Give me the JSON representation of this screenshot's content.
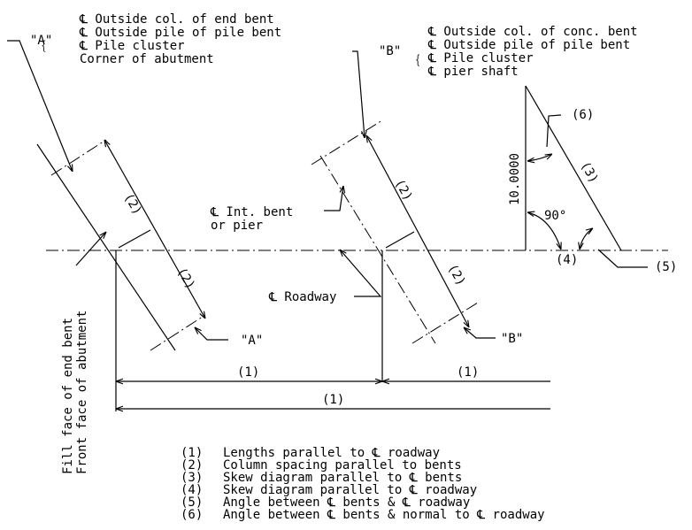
{
  "callout_a": {
    "tag": "\"A\"",
    "lines": [
      "℄ Outside col. of end bent",
      "℄ Outside pile of pile bent",
      "℄ Pile cluster",
      "Corner of abutment"
    ]
  },
  "callout_b": {
    "tag": "\"B\"",
    "lines": [
      "℄ Outside col. of conc. bent",
      "℄ Outside pile of pile bent",
      "℄ Pile cluster",
      "℄ pier shaft"
    ]
  },
  "labels": {
    "int_bent_1": "℄ Int. bent",
    "int_bent_2": "or pier",
    "roadway": "℄ Roadway",
    "fill_face": "Fill face of end bent",
    "front_face": "Front face of abutment",
    "ref_a": "\"A\"",
    "ref_b": "\"B\"",
    "n1": "(1)",
    "n2": "(2)",
    "n3": "(3)",
    "n4": "(4)",
    "n5": "(5)",
    "n6": "(6)",
    "skew_height": "10.0000",
    "angle_90": "90°"
  },
  "legend": [
    {
      "num": "(1)",
      "text": "Lengths parallel to ℄ roadway"
    },
    {
      "num": "(2)",
      "text": "Column spacing parallel to bents"
    },
    {
      "num": "(3)",
      "text": "Skew diagram parallel to ℄ bents"
    },
    {
      "num": "(4)",
      "text": "Skew diagram parallel to ℄ roadway"
    },
    {
      "num": "(5)",
      "text": "Angle between ℄ bents & ℄ roadway"
    },
    {
      "num": "(6)",
      "text": "Angle between ℄ bents & normal to ℄ roadway"
    }
  ]
}
